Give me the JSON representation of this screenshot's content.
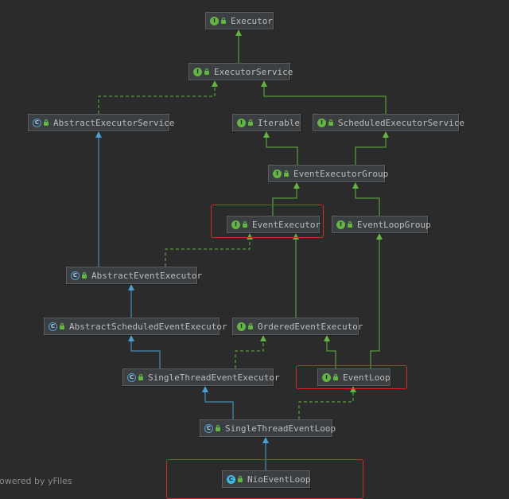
{
  "nodes": [
    {
      "id": "executor",
      "label": "Executor",
      "kind": "interface"
    },
    {
      "id": "executor-service",
      "label": "ExecutorService",
      "kind": "interface"
    },
    {
      "id": "abstract-executor-service",
      "label": "AbstractExecutorService",
      "kind": "abstract"
    },
    {
      "id": "iterable",
      "label": "Iterable",
      "kind": "interface"
    },
    {
      "id": "scheduled-executor-service",
      "label": "ScheduledExecutorService",
      "kind": "interface"
    },
    {
      "id": "event-executor-group",
      "label": "EventExecutorGroup",
      "kind": "interface"
    },
    {
      "id": "event-executor",
      "label": "EventExecutor",
      "kind": "interface"
    },
    {
      "id": "event-loop-group",
      "label": "EventLoopGroup",
      "kind": "interface"
    },
    {
      "id": "abstract-event-executor",
      "label": "AbstractEventExecutor",
      "kind": "abstract"
    },
    {
      "id": "abstract-scheduled-event-executor",
      "label": "AbstractScheduledEventExecutor",
      "kind": "abstract"
    },
    {
      "id": "ordered-event-executor",
      "label": "OrderedEventExecutor",
      "kind": "interface"
    },
    {
      "id": "single-thread-event-executor",
      "label": "SingleThreadEventExecutor",
      "kind": "abstract"
    },
    {
      "id": "event-loop",
      "label": "EventLoop",
      "kind": "interface"
    },
    {
      "id": "single-thread-event-loop",
      "label": "SingleThreadEventLoop",
      "kind": "abstract"
    },
    {
      "id": "nio-event-loop",
      "label": "NioEventLoop",
      "kind": "class"
    }
  ],
  "edges": [
    {
      "from": "executor-service",
      "to": "executor",
      "type": "extends"
    },
    {
      "from": "abstract-executor-service",
      "to": "executor-service",
      "type": "implements"
    },
    {
      "from": "scheduled-executor-service",
      "to": "executor-service",
      "type": "extends"
    },
    {
      "from": "event-executor-group",
      "to": "iterable",
      "type": "extends"
    },
    {
      "from": "event-executor-group",
      "to": "scheduled-executor-service",
      "type": "extends"
    },
    {
      "from": "event-executor",
      "to": "event-executor-group",
      "type": "extends"
    },
    {
      "from": "event-loop-group",
      "to": "event-executor-group",
      "type": "extends"
    },
    {
      "from": "abstract-event-executor",
      "to": "abstract-executor-service",
      "type": "class-extends"
    },
    {
      "from": "abstract-event-executor",
      "to": "event-executor",
      "type": "implements"
    },
    {
      "from": "abstract-scheduled-event-executor",
      "to": "abstract-event-executor",
      "type": "class-extends"
    },
    {
      "from": "ordered-event-executor",
      "to": "event-executor",
      "type": "extends"
    },
    {
      "from": "single-thread-event-executor",
      "to": "abstract-scheduled-event-executor",
      "type": "class-extends"
    },
    {
      "from": "single-thread-event-executor",
      "to": "ordered-event-executor",
      "type": "implements"
    },
    {
      "from": "event-loop",
      "to": "ordered-event-executor",
      "type": "extends"
    },
    {
      "from": "event-loop",
      "to": "event-loop-group",
      "type": "extends"
    },
    {
      "from": "single-thread-event-loop",
      "to": "single-thread-event-executor",
      "type": "class-extends"
    },
    {
      "from": "single-thread-event-loop",
      "to": "event-loop",
      "type": "implements"
    },
    {
      "from": "nio-event-loop",
      "to": "single-thread-event-loop",
      "type": "class-extends"
    }
  ],
  "highlighted": [
    "event-executor",
    "event-loop",
    "nio-event-loop"
  ],
  "watermark": "owered by yFiles",
  "colors": {
    "background": "#2b2b2b",
    "node": "#3c3f41",
    "interface_edge": "#62b543",
    "class_edge": "#4e9fd1",
    "highlight": "#d62929"
  }
}
